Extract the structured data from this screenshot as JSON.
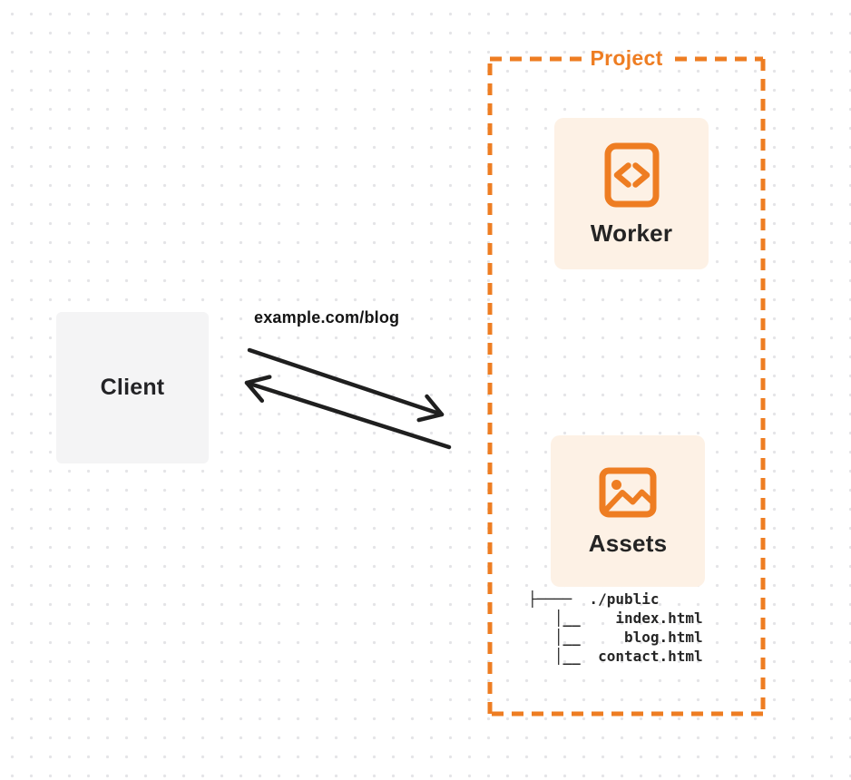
{
  "colors": {
    "accent_orange": "#ee7d22",
    "card_background": "#fdf1e5",
    "client_background": "#f4f4f5",
    "ink": "#1f1f1f",
    "grid_dot": "#e4e4e7"
  },
  "client": {
    "label": "Client"
  },
  "request": {
    "url_label": "example.com/blog"
  },
  "project": {
    "label": "Project",
    "worker": {
      "label": "Worker",
      "icon": "code-file-icon"
    },
    "assets": {
      "label": "Assets",
      "icon": "image-icon",
      "file_tree": "├────  ./public\n   │__    index.html\n   │__     blog.html\n   │__  contact.html"
    }
  }
}
